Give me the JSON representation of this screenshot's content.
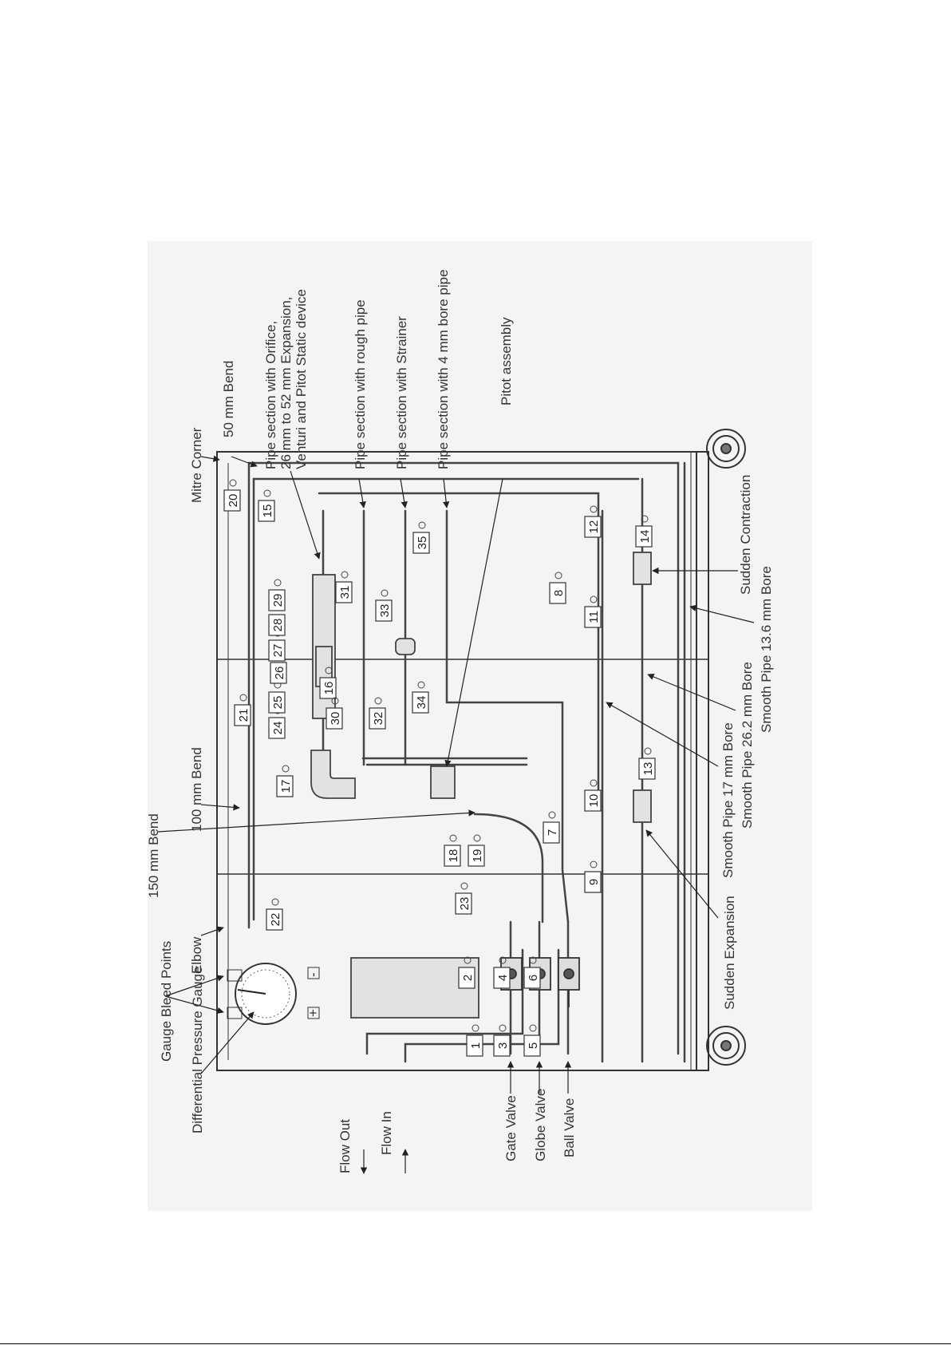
{
  "labels": {
    "diff_gauge": "Differential Pressure Gauge",
    "bleed_points": "Gauge Bleed Points",
    "elbow": "Elbow",
    "bend150": "150 mm Bend",
    "bend100": "100 mm Bend",
    "mitre": "Mitre Corner",
    "bend50": "50 mm Bend",
    "orifice_l1": "Pipe section with Orifice,",
    "orifice_l2": "26 mm to 52 mm Expansion,",
    "orifice_l3": "Venturi and Pitot Static device",
    "rough": "Pipe section with rough pipe",
    "strainer": "Pipe section with Strainer",
    "bore4": "Pipe section with 4 mm bore pipe",
    "pitot": "Pitot assembly",
    "flow_out": "Flow Out",
    "flow_in": "Flow In",
    "gate": "Gate Valve",
    "globe": "Globe Valve",
    "ball": "Ball Valve",
    "smooth17": "Smooth Pipe 17 mm Bore",
    "smooth262": "Smooth Pipe 26.2 mm Bore",
    "smooth136": "Smooth Pipe 13.6 mm Bore",
    "expansion": "Sudden Expansion",
    "contraction": "Sudden Contraction",
    "plus": "+",
    "minus": "-"
  },
  "points": [
    "1",
    "2",
    "3",
    "4",
    "5",
    "6",
    "7",
    "8",
    "9",
    "10",
    "11",
    "12",
    "13",
    "14",
    "15",
    "16",
    "17",
    "18",
    "19",
    "20",
    "21",
    "22",
    "23",
    "24",
    "25",
    "26",
    "27",
    "28",
    "29",
    "30",
    "31",
    "32",
    "33",
    "34",
    "35"
  ]
}
